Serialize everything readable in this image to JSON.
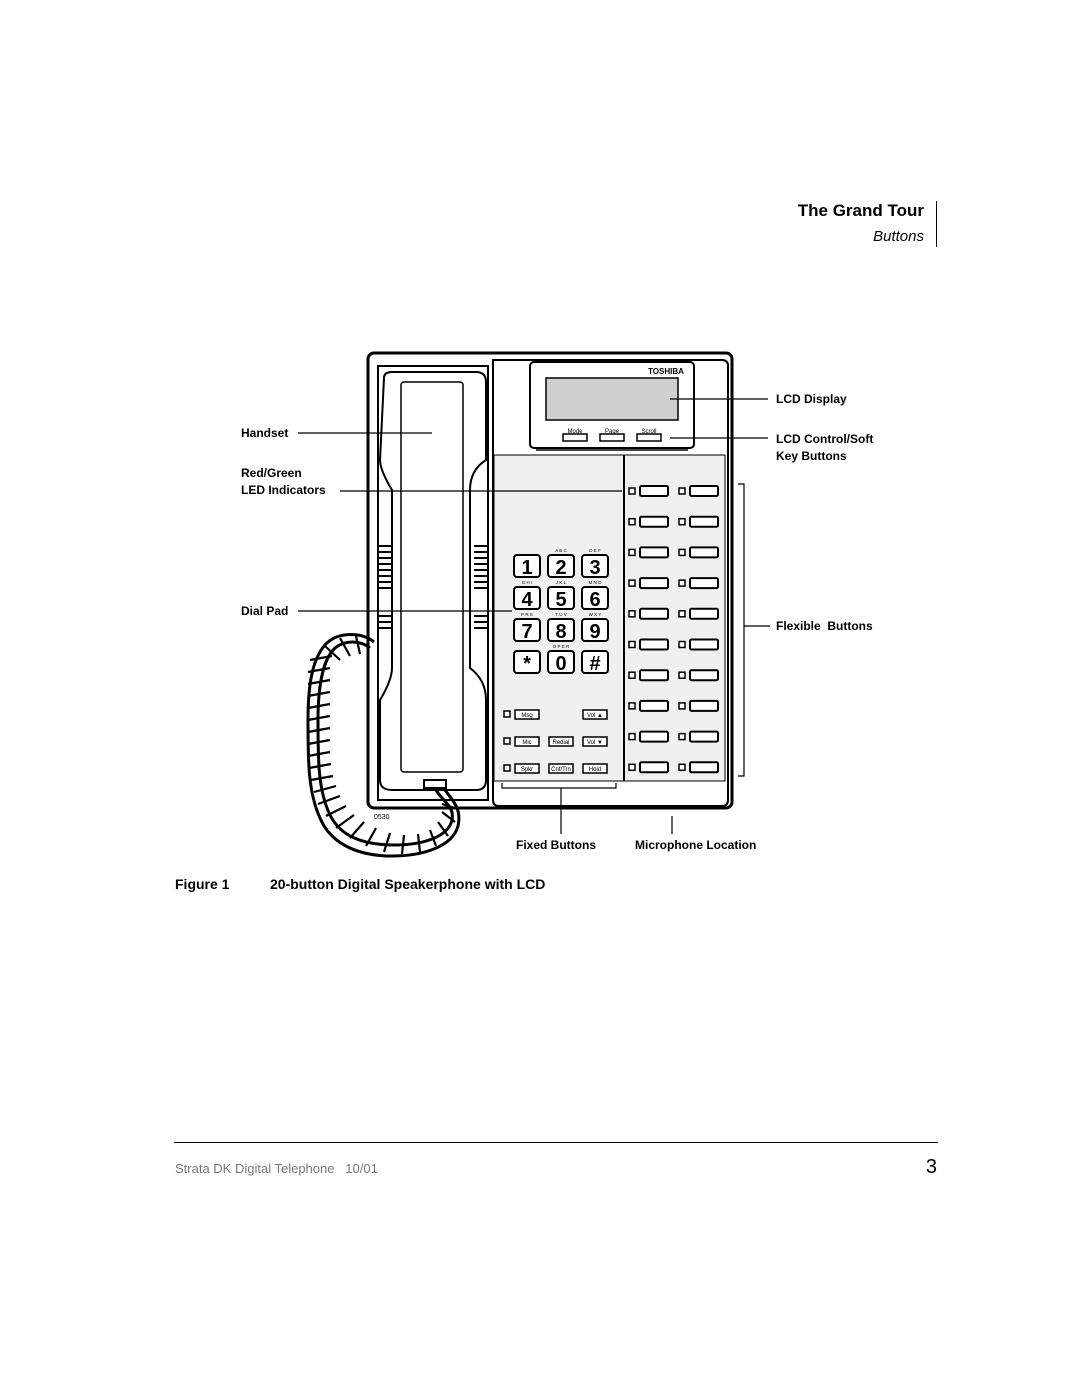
{
  "header": {
    "title": "The Grand Tour",
    "subtitle": "Buttons"
  },
  "phone": {
    "brand": "TOSHIBA",
    "model_code": "0530",
    "soft_keys": [
      "Mode",
      "Page",
      "Scroll"
    ],
    "dial_keys": [
      {
        "digit": "1",
        "letters": ""
      },
      {
        "digit": "2",
        "letters": "A B C"
      },
      {
        "digit": "3",
        "letters": "D E F"
      },
      {
        "digit": "4",
        "letters": "G H I"
      },
      {
        "digit": "5",
        "letters": "J K L"
      },
      {
        "digit": "6",
        "letters": "M N O"
      },
      {
        "digit": "7",
        "letters": "P R S"
      },
      {
        "digit": "8",
        "letters": "T U V"
      },
      {
        "digit": "9",
        "letters": "W X Y"
      },
      {
        "digit": "*",
        "letters": ""
      },
      {
        "digit": "0",
        "letters": "O P E R"
      },
      {
        "digit": "#",
        "letters": ""
      }
    ],
    "fixed_buttons": [
      "Msg",
      "Vol ▲",
      "Mic",
      "Redial",
      "Vol ▼",
      "Spkr",
      "Cnf/Trn",
      "Hold"
    ]
  },
  "callouts": {
    "handset": "Handset",
    "red_green": "Red/Green",
    "led_indicators": "LED Indicators",
    "dial_pad": "Dial Pad",
    "lcd_display": "LCD Display",
    "lcd_control": "LCD Control/Soft",
    "key_buttons": "Key Buttons",
    "flexible_buttons": "Flexible  Buttons",
    "fixed_buttons": "Fixed Buttons",
    "microphone_location": "Microphone Location"
  },
  "caption": {
    "number": "Figure 1",
    "text": "20-button Digital Speakerphone with LCD"
  },
  "footer": {
    "text": "Strata DK Digital Telephone   10/01",
    "page": "3"
  }
}
